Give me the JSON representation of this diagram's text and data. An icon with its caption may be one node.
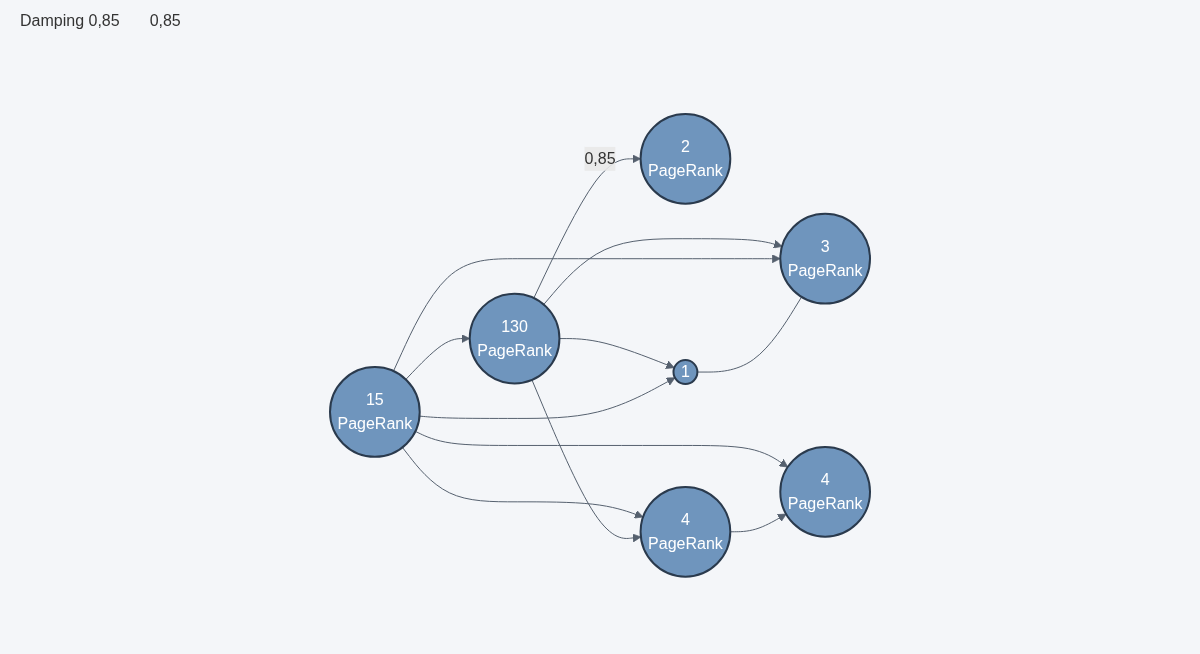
{
  "diagram": {
    "nodes": [
      {
        "text": [
          "15",
          "PageRank"
        ]
      },
      {
        "text": [
          "130",
          "PageRank"
        ]
      },
      {
        "text": [
          "2",
          "PageRank"
        ]
      },
      {
        "text": [
          "4",
          "PageRank"
        ]
      },
      {
        "text": [
          "1"
        ]
      },
      {
        "text": [
          "3",
          "PageRank"
        ]
      },
      {
        "text": [
          "4",
          "PageRank"
        ]
      }
    ],
    "edges": [
      {
        "from": 0,
        "to": 1,
        "arrow": "to"
      },
      {
        "from": 1,
        "to": 2,
        "arrow": "to",
        "label": "0,85"
      },
      {
        "from": 1,
        "to": 3,
        "arrow": "to"
      },
      {
        "from": 3,
        "to": 6,
        "arrow": "to"
      },
      {
        "from": 4,
        "to": 5,
        "arrow": "none"
      },
      {
        "from": 0,
        "to": 5,
        "arrow": "to"
      },
      {
        "from": 0,
        "to": 4,
        "arrow": "to"
      },
      {
        "from": 0,
        "to": 3,
        "arrow": "to"
      },
      {
        "from": 0,
        "to": 6,
        "arrow": "to"
      },
      {
        "from": 1,
        "to": 4,
        "arrow": "to"
      },
      {
        "from": 1,
        "to": 5,
        "arrow": "to"
      }
    ],
    "labels": [
      "Damping 0,85",
      "0,85"
    ]
  }
}
